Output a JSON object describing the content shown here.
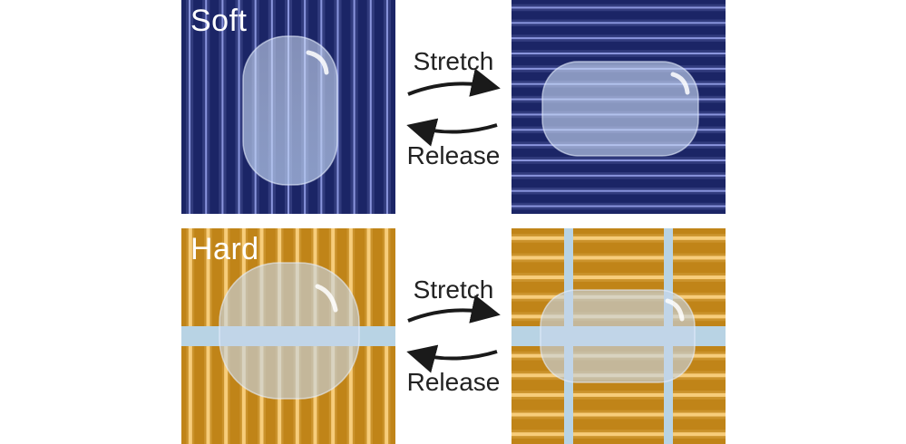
{
  "panels": {
    "soft": {
      "label": "Soft"
    },
    "hard": {
      "label": "Hard"
    }
  },
  "actions": {
    "stretch": "Stretch",
    "release": "Release"
  },
  "colors": {
    "soft_fiber_dark": "#1b2566",
    "soft_fiber_light": "#9aa6ee",
    "hard_fiber_dark": "#b5780e",
    "hard_fiber_light": "#ffd789",
    "crosslink": "#b8d3e4",
    "droplet": "#c9daf5",
    "arrow": "#1a1a1a"
  }
}
